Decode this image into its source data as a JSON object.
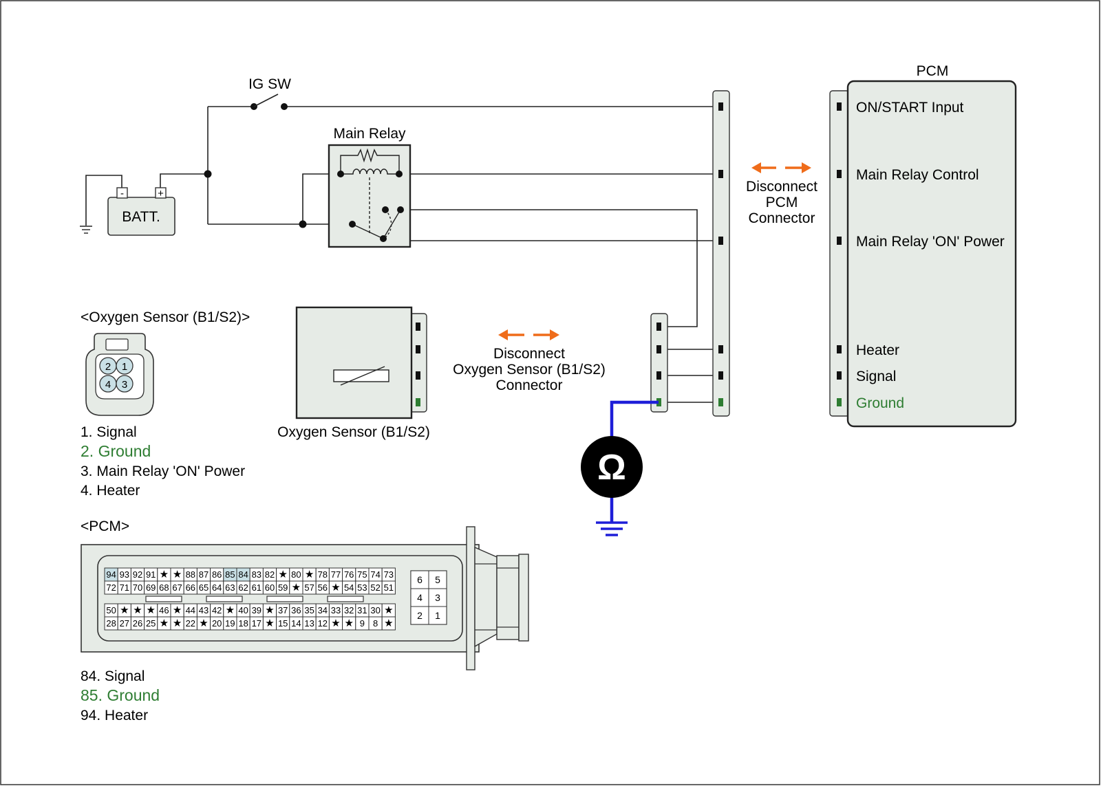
{
  "colors": {
    "wire": "#222222",
    "box_fill": "#e6ebe6",
    "pin_fill": "#c9e0e6",
    "ground": "#2e7d32",
    "arrow": "#ef6c1a",
    "meter_lead": "#1e1ed8"
  },
  "ig_sw": "IG SW",
  "batt": {
    "label": "BATT.",
    "neg": "-",
    "pos": "+"
  },
  "main_relay": "Main Relay",
  "pcm_title": "PCM",
  "pcm_terminals": [
    "ON/START Input",
    "Main Relay Control",
    "Main Relay 'ON' Power",
    "Heater",
    "Signal",
    "Ground"
  ],
  "disconnect_pcm": [
    "Disconnect",
    "PCM",
    "Connector"
  ],
  "disconnect_o2": [
    "Disconnect",
    "Oxygen Sensor (B1/S2)",
    "Connector"
  ],
  "o2_header": "<Oxygen Sensor (B1/S2)>",
  "o2_pins": [
    "2",
    "1",
    "4",
    "3"
  ],
  "o2_legend": [
    "1. Signal",
    "2. Ground",
    "3. Main Relay 'ON' Power",
    "4. Heater"
  ],
  "o2_sensor_label": "Oxygen Sensor (B1/S2)",
  "ohm_symbol": "Ω",
  "pcm_header": "<PCM>",
  "pcm_pin_rows": [
    [
      "94",
      "93",
      "92",
      "91",
      "★",
      "★",
      "88",
      "87",
      "86",
      "85",
      "84",
      "83",
      "82",
      "★",
      "80",
      "★",
      "78",
      "77",
      "76",
      "75",
      "74",
      "73"
    ],
    [
      "72",
      "71",
      "70",
      "69",
      "68",
      "67",
      "66",
      "65",
      "64",
      "63",
      "62",
      "61",
      "60",
      "59",
      "★",
      "57",
      "56",
      "★",
      "54",
      "53",
      "52",
      "51"
    ],
    [
      "50",
      "★",
      "★",
      "★",
      "46",
      "★",
      "44",
      "43",
      "42",
      "★",
      "40",
      "39",
      "★",
      "37",
      "36",
      "35",
      "34",
      "33",
      "32",
      "31",
      "30",
      "★"
    ],
    [
      "28",
      "27",
      "26",
      "25",
      "★",
      "★",
      "22",
      "★",
      "20",
      "19",
      "18",
      "17",
      "★",
      "15",
      "14",
      "13",
      "12",
      "★",
      "★",
      "9",
      "8",
      "★"
    ]
  ],
  "pcm_highlight_pins": [
    "94",
    "85",
    "84"
  ],
  "pcm_small_pins": [
    [
      "6",
      "5"
    ],
    [
      "4",
      "3"
    ],
    [
      "2",
      "1"
    ]
  ],
  "pcm_legend": [
    "84. Signal",
    "85. Ground",
    "94. Heater"
  ]
}
